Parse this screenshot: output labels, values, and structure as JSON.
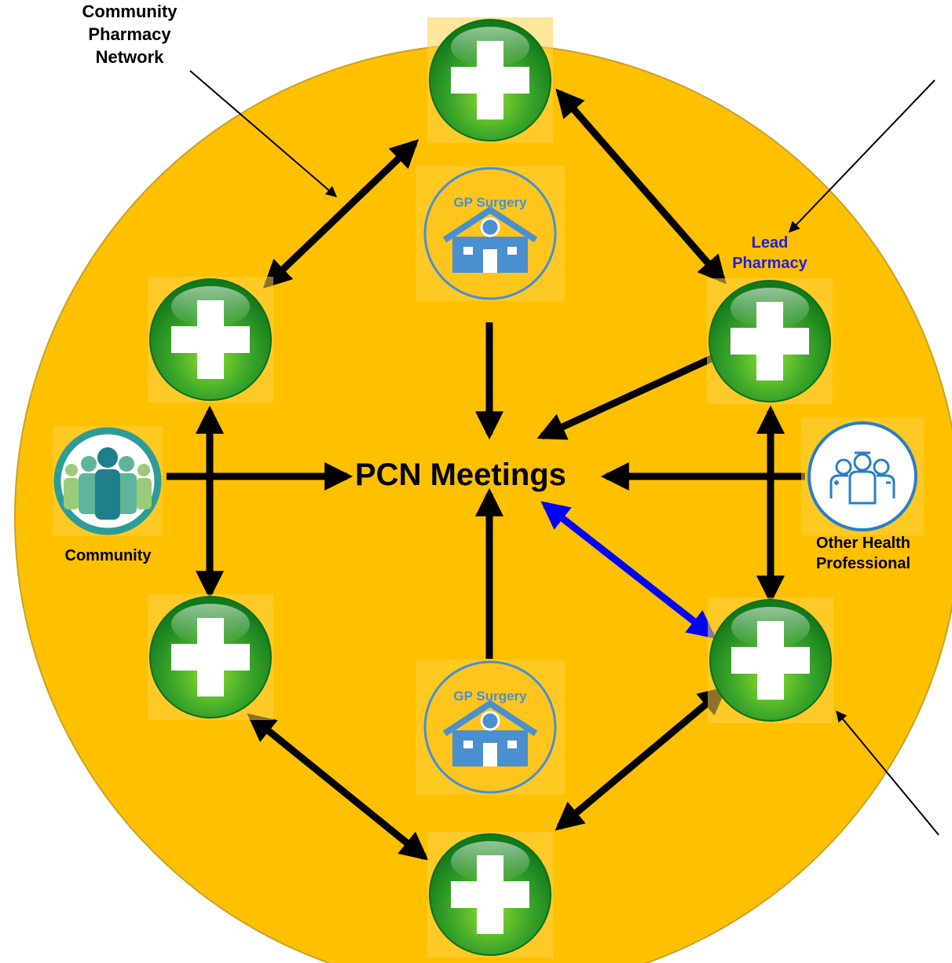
{
  "diagram": {
    "network_label": [
      "Community",
      "Pharmacy",
      "Network"
    ],
    "lead_pharmacy_label": [
      "Lead",
      "Pharmacy"
    ],
    "community_label": "Community",
    "other_health_label": [
      "Other Health",
      "Professional"
    ],
    "hub_label": "PCN Meetings",
    "gp_surgery_label": "GP Surgery"
  },
  "colors": {
    "background_circle": "#FFC000",
    "circle_border": "#C9A227",
    "pharmacy_green": "#1E8C1E",
    "pharmacy_tile": "#FFD248",
    "arrow_black": "#000000",
    "arrow_blue": "#0000FF",
    "lead_label": "#1F1FE0",
    "gp_blue": "#4A8FD0",
    "community_teal": "#2E9C96"
  },
  "icons": {
    "pharmacy": "green-cross-icon",
    "gp": "gp-surgery-icon",
    "community": "community-people-icon",
    "health_professional": "health-professionals-icon"
  }
}
